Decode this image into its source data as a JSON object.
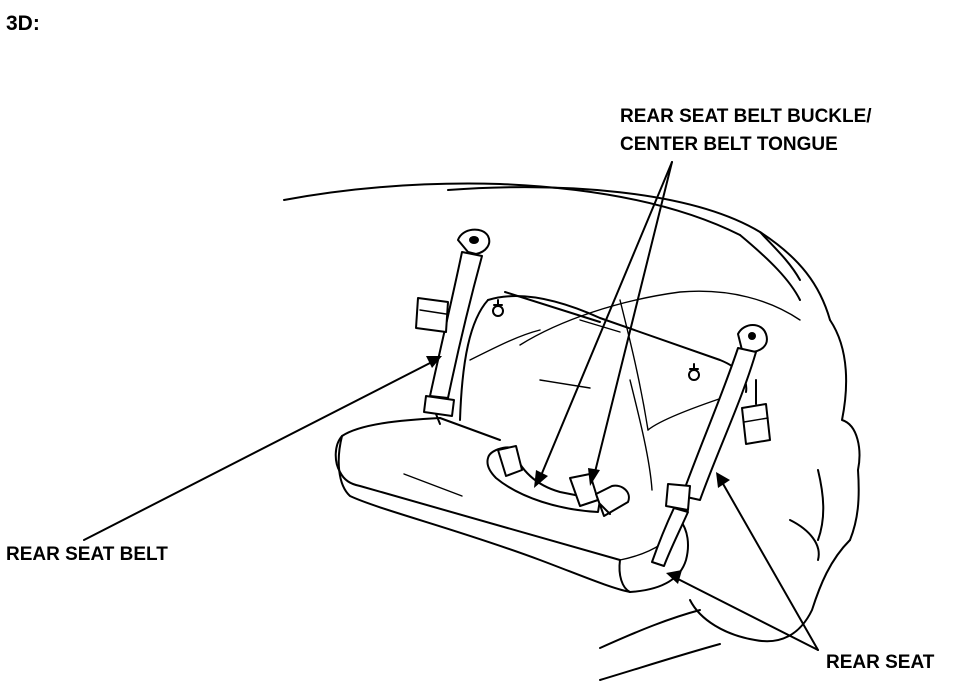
{
  "figure_label": "3D:",
  "labels": {
    "buckle_line1": "REAR SEAT BELT BUCKLE/",
    "buckle_line2": "CENTER BELT TONGUE",
    "rear_seat_belt": "REAR SEAT BELT",
    "rear_seat": "REAR SEAT"
  }
}
